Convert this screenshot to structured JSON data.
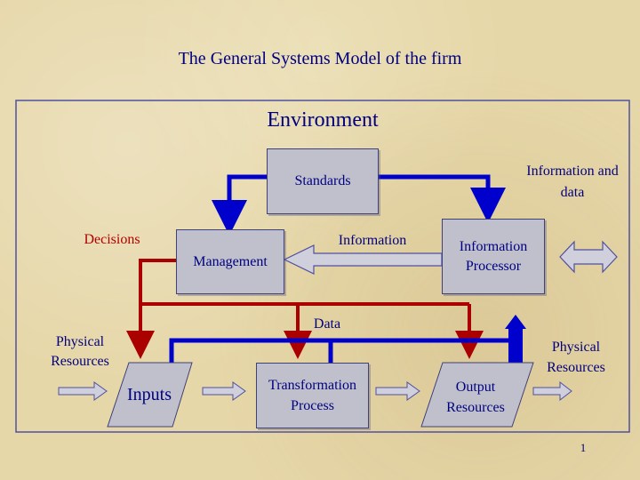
{
  "title": "The General Systems Model of the firm",
  "environment_label": "Environment",
  "boxes": {
    "standards": "Standards",
    "management": "Management",
    "information_processor": "Information Processor",
    "inputs": "Inputs",
    "transformation_process": "Transformation Process",
    "output_resources": "Output Resources"
  },
  "labels": {
    "decisions": "Decisions",
    "information": "Information",
    "information_and_data": "Information and data",
    "data": "Data",
    "physical_resources_left": "Physical Resources",
    "physical_resources_right": "Physical Resources"
  },
  "page_number": "1",
  "colors": {
    "text": "#000080",
    "control_flow": "#0000cc",
    "decision_flow": "#aa0000",
    "box_fill": "#c0c0cc"
  }
}
